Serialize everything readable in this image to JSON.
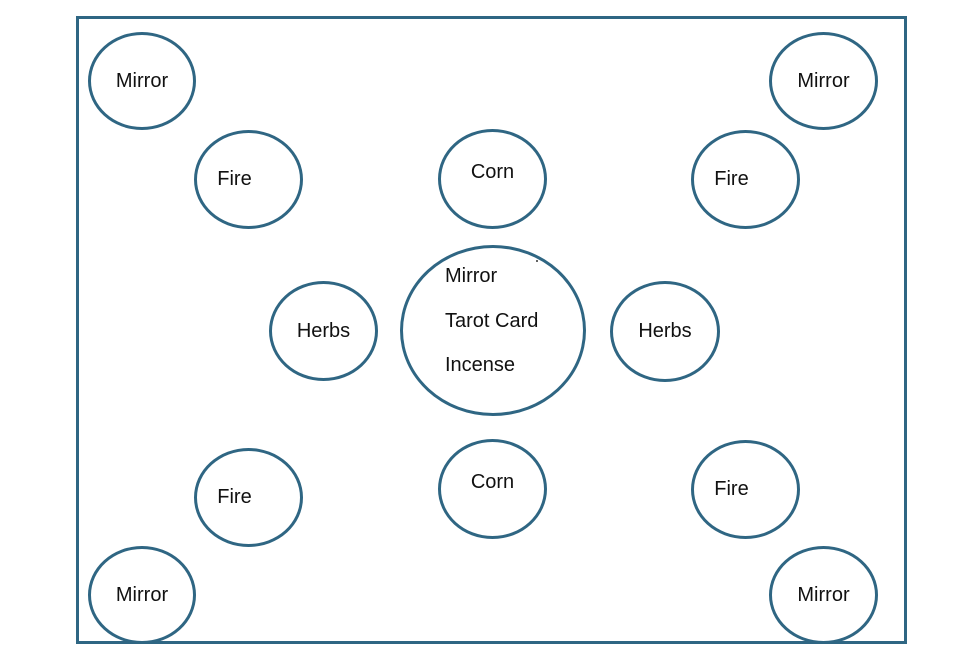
{
  "colors": {
    "stroke": "#2f6683",
    "text": "#111111",
    "background": "#ffffff"
  },
  "nodes": {
    "mirror_top_left": "Mirror",
    "mirror_top_right": "Mirror",
    "mirror_bottom_left": "Mirror",
    "mirror_bottom_right": "Mirror",
    "fire_top_left": "Fire",
    "fire_top_right": "Fire",
    "fire_bottom_left": "Fire",
    "fire_bottom_right": "Fire",
    "corn_top": "Corn",
    "corn_bottom": "Corn",
    "herbs_left": "Herbs",
    "herbs_right": "Herbs"
  },
  "center": {
    "items": [
      "Mirror",
      "Tarot Card",
      "Incense"
    ]
  }
}
